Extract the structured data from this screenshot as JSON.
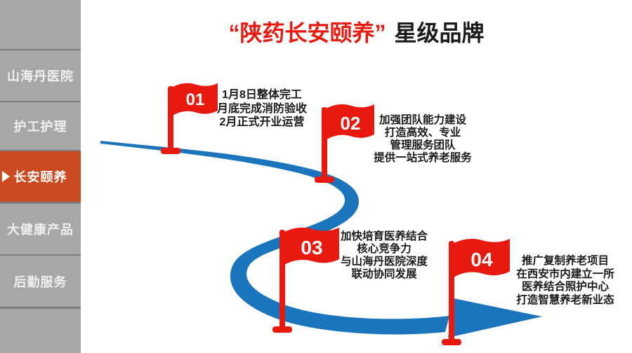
{
  "title": {
    "quoted": "“陕药长安颐养”",
    "rest": "星级品牌"
  },
  "sidebar": {
    "items": [
      {
        "label": "山海丹医院",
        "active": false
      },
      {
        "label": "护工护理",
        "active": false
      },
      {
        "label": "长安颐养",
        "active": true
      },
      {
        "label": "大健康产品",
        "active": false
      },
      {
        "label": "后勤服务",
        "active": false
      }
    ]
  },
  "milestones": [
    {
      "number": "01",
      "lines": [
        "1月8日整体完工",
        "月底完成消防验收",
        "2月正式开业运营"
      ]
    },
    {
      "number": "02",
      "lines": [
        "加强团队能力建设",
        "打造高效、专业",
        "管理服务团队",
        "提供一站式养老服务"
      ]
    },
    {
      "number": "03",
      "lines": [
        "加快培育医养结合",
        "核心竞争力",
        "与山海丹医院深度",
        "联动协同发展"
      ]
    },
    {
      "number": "04",
      "lines": [
        "推广复制养老项目",
        "在西安市内建立一所",
        "医养结合照护中心",
        "打造智慧养老新业态"
      ]
    }
  ],
  "colors": {
    "accent-red": "#e8190f",
    "active-tab": "#cc4a1f",
    "curve-blue": "#1b75bc",
    "sidebar-gray": "#a7a7a7",
    "sidebar-divider": "#7e7e7e",
    "sidebar-text": "#f0f0f0",
    "title-black": "#1a1a1a",
    "body-text": "#1a1a1a",
    "flag-white": "#ffffff"
  }
}
